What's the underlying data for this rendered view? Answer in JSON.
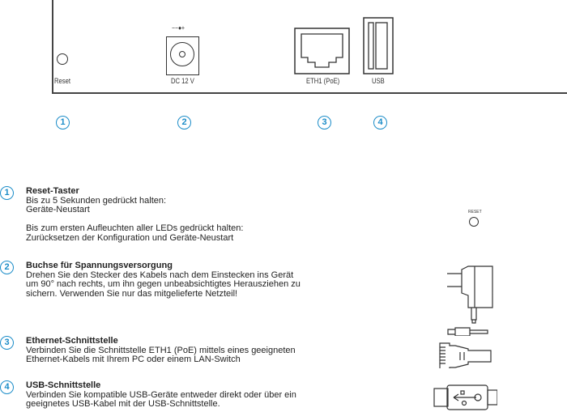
{
  "panel": {
    "reset": "Reset",
    "dc": "DC 12 V",
    "dc_polarity": "−−●+",
    "eth": "ETH1 (PoE)",
    "usb": "USB"
  },
  "markers": [
    "1",
    "2",
    "3",
    "4"
  ],
  "sections": [
    {
      "num": "1",
      "title": "Reset-Taster",
      "lines": [
        "Bis zu 5 Sekunden gedrückt halten:",
        "Geräte-Neustart",
        "",
        "Bis zum ersten Aufleuchten aller LEDs gedrückt halten:",
        "Zurücksetzen der Konfiguration und Geräte-Neustart"
      ]
    },
    {
      "num": "2",
      "title": "Buchse für Spannungsversorgung",
      "lines": [
        "Drehen Sie den Stecker des Kabels nach dem Einstecken ins Gerät",
        "um 90° nach rechts, um ihn gegen unbeabsichtigtes Herausziehen zu",
        "sichern. Verwenden Sie nur das mitgelieferte Netzteil!"
      ]
    },
    {
      "num": "3",
      "title": "Ethernet-Schnittstelle",
      "lines": [
        "Verbinden Sie die Schnittstelle ETH1 (PoE) mittels eines geeigneten",
        "Ethernet-Kabels mit Ihrem PC oder einem LAN-Switch"
      ]
    },
    {
      "num": "4",
      "title": "USB-Schnittstelle",
      "lines": [
        "Verbinden Sie kompatible USB-Geräte entweder direkt oder über ein",
        "geeignetes USB-Kabel mit der USB-Schnittstelle."
      ]
    }
  ],
  "reset_icon_label": "RESET",
  "colors": {
    "accent": "#1b8cc8"
  }
}
